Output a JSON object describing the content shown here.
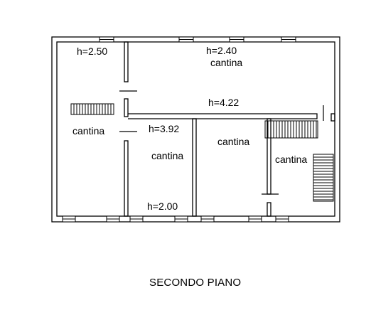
{
  "plan": {
    "caption": "SECONDO PIANO",
    "labels": {
      "h_left": "h=2.50",
      "h_top": "h=2.40",
      "cantina_top": "cantina",
      "h_corridor": "h=4.22",
      "cantina_left": "cantina",
      "h_mid": "h=3.92",
      "cantina_mid": "cantina",
      "h_bottom": "h=2.00",
      "cantina_right": "cantina",
      "cantina_far_right": "cantina"
    }
  },
  "colors": {
    "wall": "#000000",
    "background": "#ffffff"
  }
}
